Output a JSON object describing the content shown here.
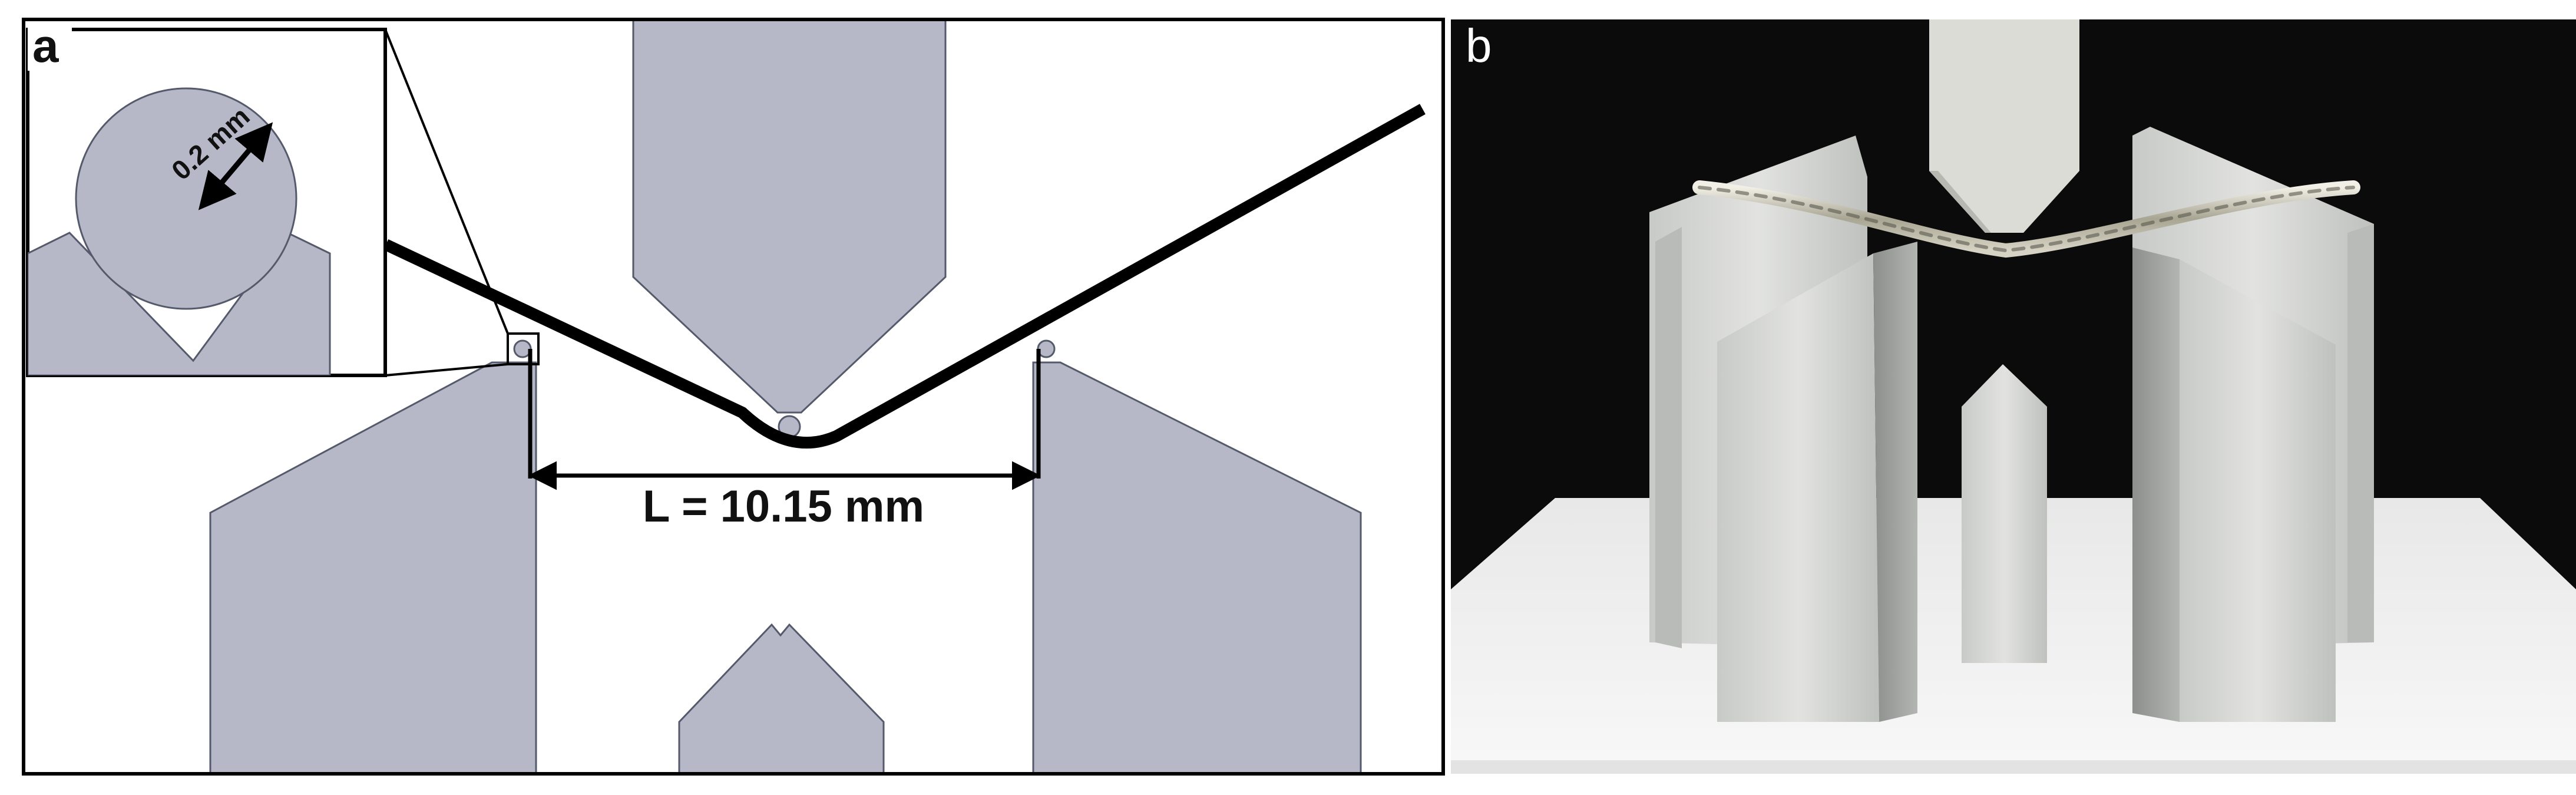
{
  "panel_a": {
    "label": "a",
    "inset_dimension": "0.2 mm",
    "span_label": "L = 10.15 mm"
  },
  "panel_b": {
    "label": "b"
  },
  "colors": {
    "support_fill": "#b6b8c8",
    "support_stroke": "#555a6b",
    "line": "#000000",
    "photo_background": "#0b0b0b",
    "photo_plastic": "#d9dbd8",
    "photo_wire": "#c9c6b8"
  }
}
